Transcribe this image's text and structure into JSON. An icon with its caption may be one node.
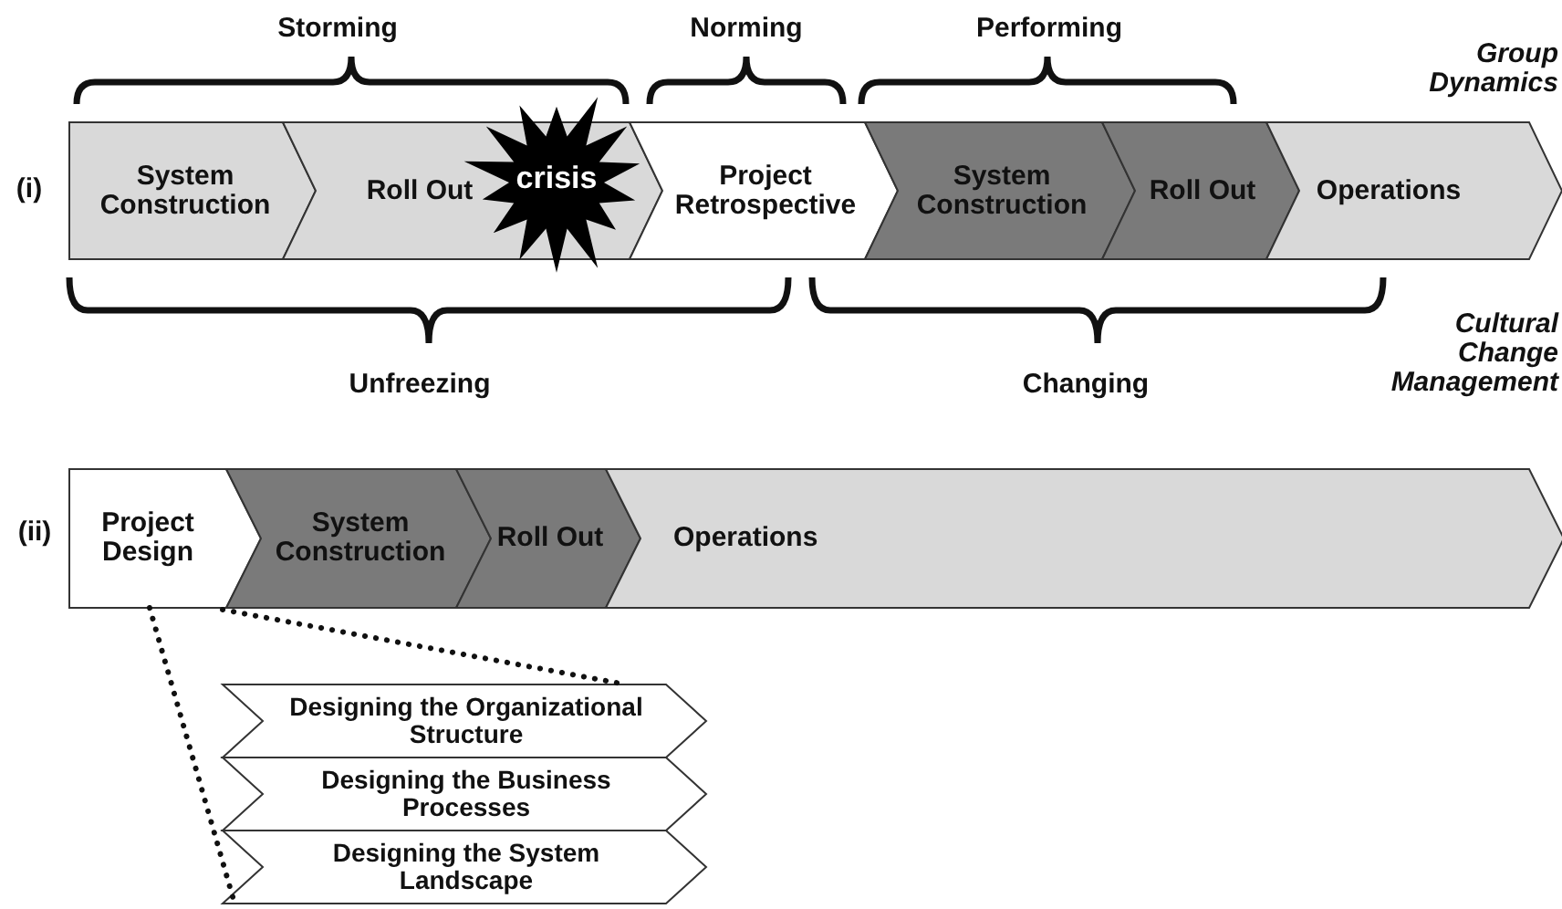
{
  "diagram": {
    "nodes": [
      {
        "text": [
          "System Construction"
        ]
      },
      {
        "text": [
          "Roll Out"
        ]
      },
      {
        "text": [
          "crisis"
        ]
      },
      {
        "text": [
          "Project Retrospective"
        ]
      },
      {
        "text": [
          "System Construction"
        ]
      },
      {
        "text": [
          "Roll Out"
        ]
      },
      {
        "text": [
          "Operations"
        ]
      },
      {
        "text": [
          "Project Design"
        ]
      },
      {
        "text": [
          "System Construction"
        ]
      },
      {
        "text": [
          "Roll Out"
        ]
      },
      {
        "text": [
          "Operations"
        ]
      },
      {
        "text": [
          "Designing the Organizational Structure"
        ]
      },
      {
        "text": [
          "Designing the Business Processes"
        ]
      },
      {
        "text": [
          "Designing the System Landscape"
        ]
      }
    ],
    "edges": [
      {
        "from": 7,
        "to": 13,
        "arrow": "none",
        "style": "dashed"
      },
      {
        "from": 7,
        "to": 11,
        "arrow": "none",
        "style": "dashed"
      }
    ],
    "labels": [
      "Storming",
      "Norming",
      "Performing",
      "Group Dynamics",
      "(i)",
      "Unfreezing",
      "Changing",
      "Cultural Change Management",
      "(ii)"
    ]
  }
}
